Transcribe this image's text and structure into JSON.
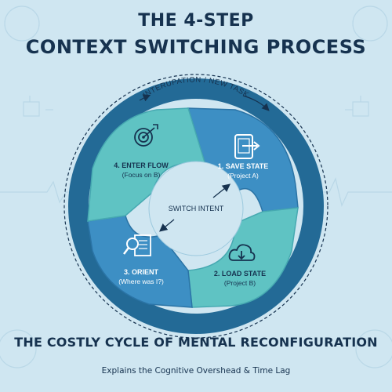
{
  "title": {
    "line1": "THE 4-STEP",
    "line2": "CONTEXT SWITCHING PROCESS"
  },
  "arc_label": "INTERUPATION / NEW TASK",
  "center_label": "SWITCH INTENT",
  "steps": [
    {
      "label": "1. SAVE STATE",
      "sub": "(Project A)",
      "icon": "tablet-export-icon"
    },
    {
      "label": "2. LOAD STATE",
      "sub": "(Project B)",
      "icon": "cloud-download-icon"
    },
    {
      "label": "3. ORIENT",
      "sub": "(Where was I?)",
      "icon": "document-magnifier-icon"
    },
    {
      "label": "4. ENTER FLOW",
      "sub": "(Focus on B)",
      "icon": "target-arrow-icon"
    }
  ],
  "footer": {
    "headline": "THE COSTLY CYCLE OF MENTAL RECONFIGURATION",
    "caption": "Explains the Cognitive Overshead & Time Lag"
  },
  "colors": {
    "background": "#cfe6f1",
    "ring": "#236a96",
    "teal": "#5fc3c3",
    "blue": "#3d8fc4",
    "text_dark": "#16324f"
  }
}
